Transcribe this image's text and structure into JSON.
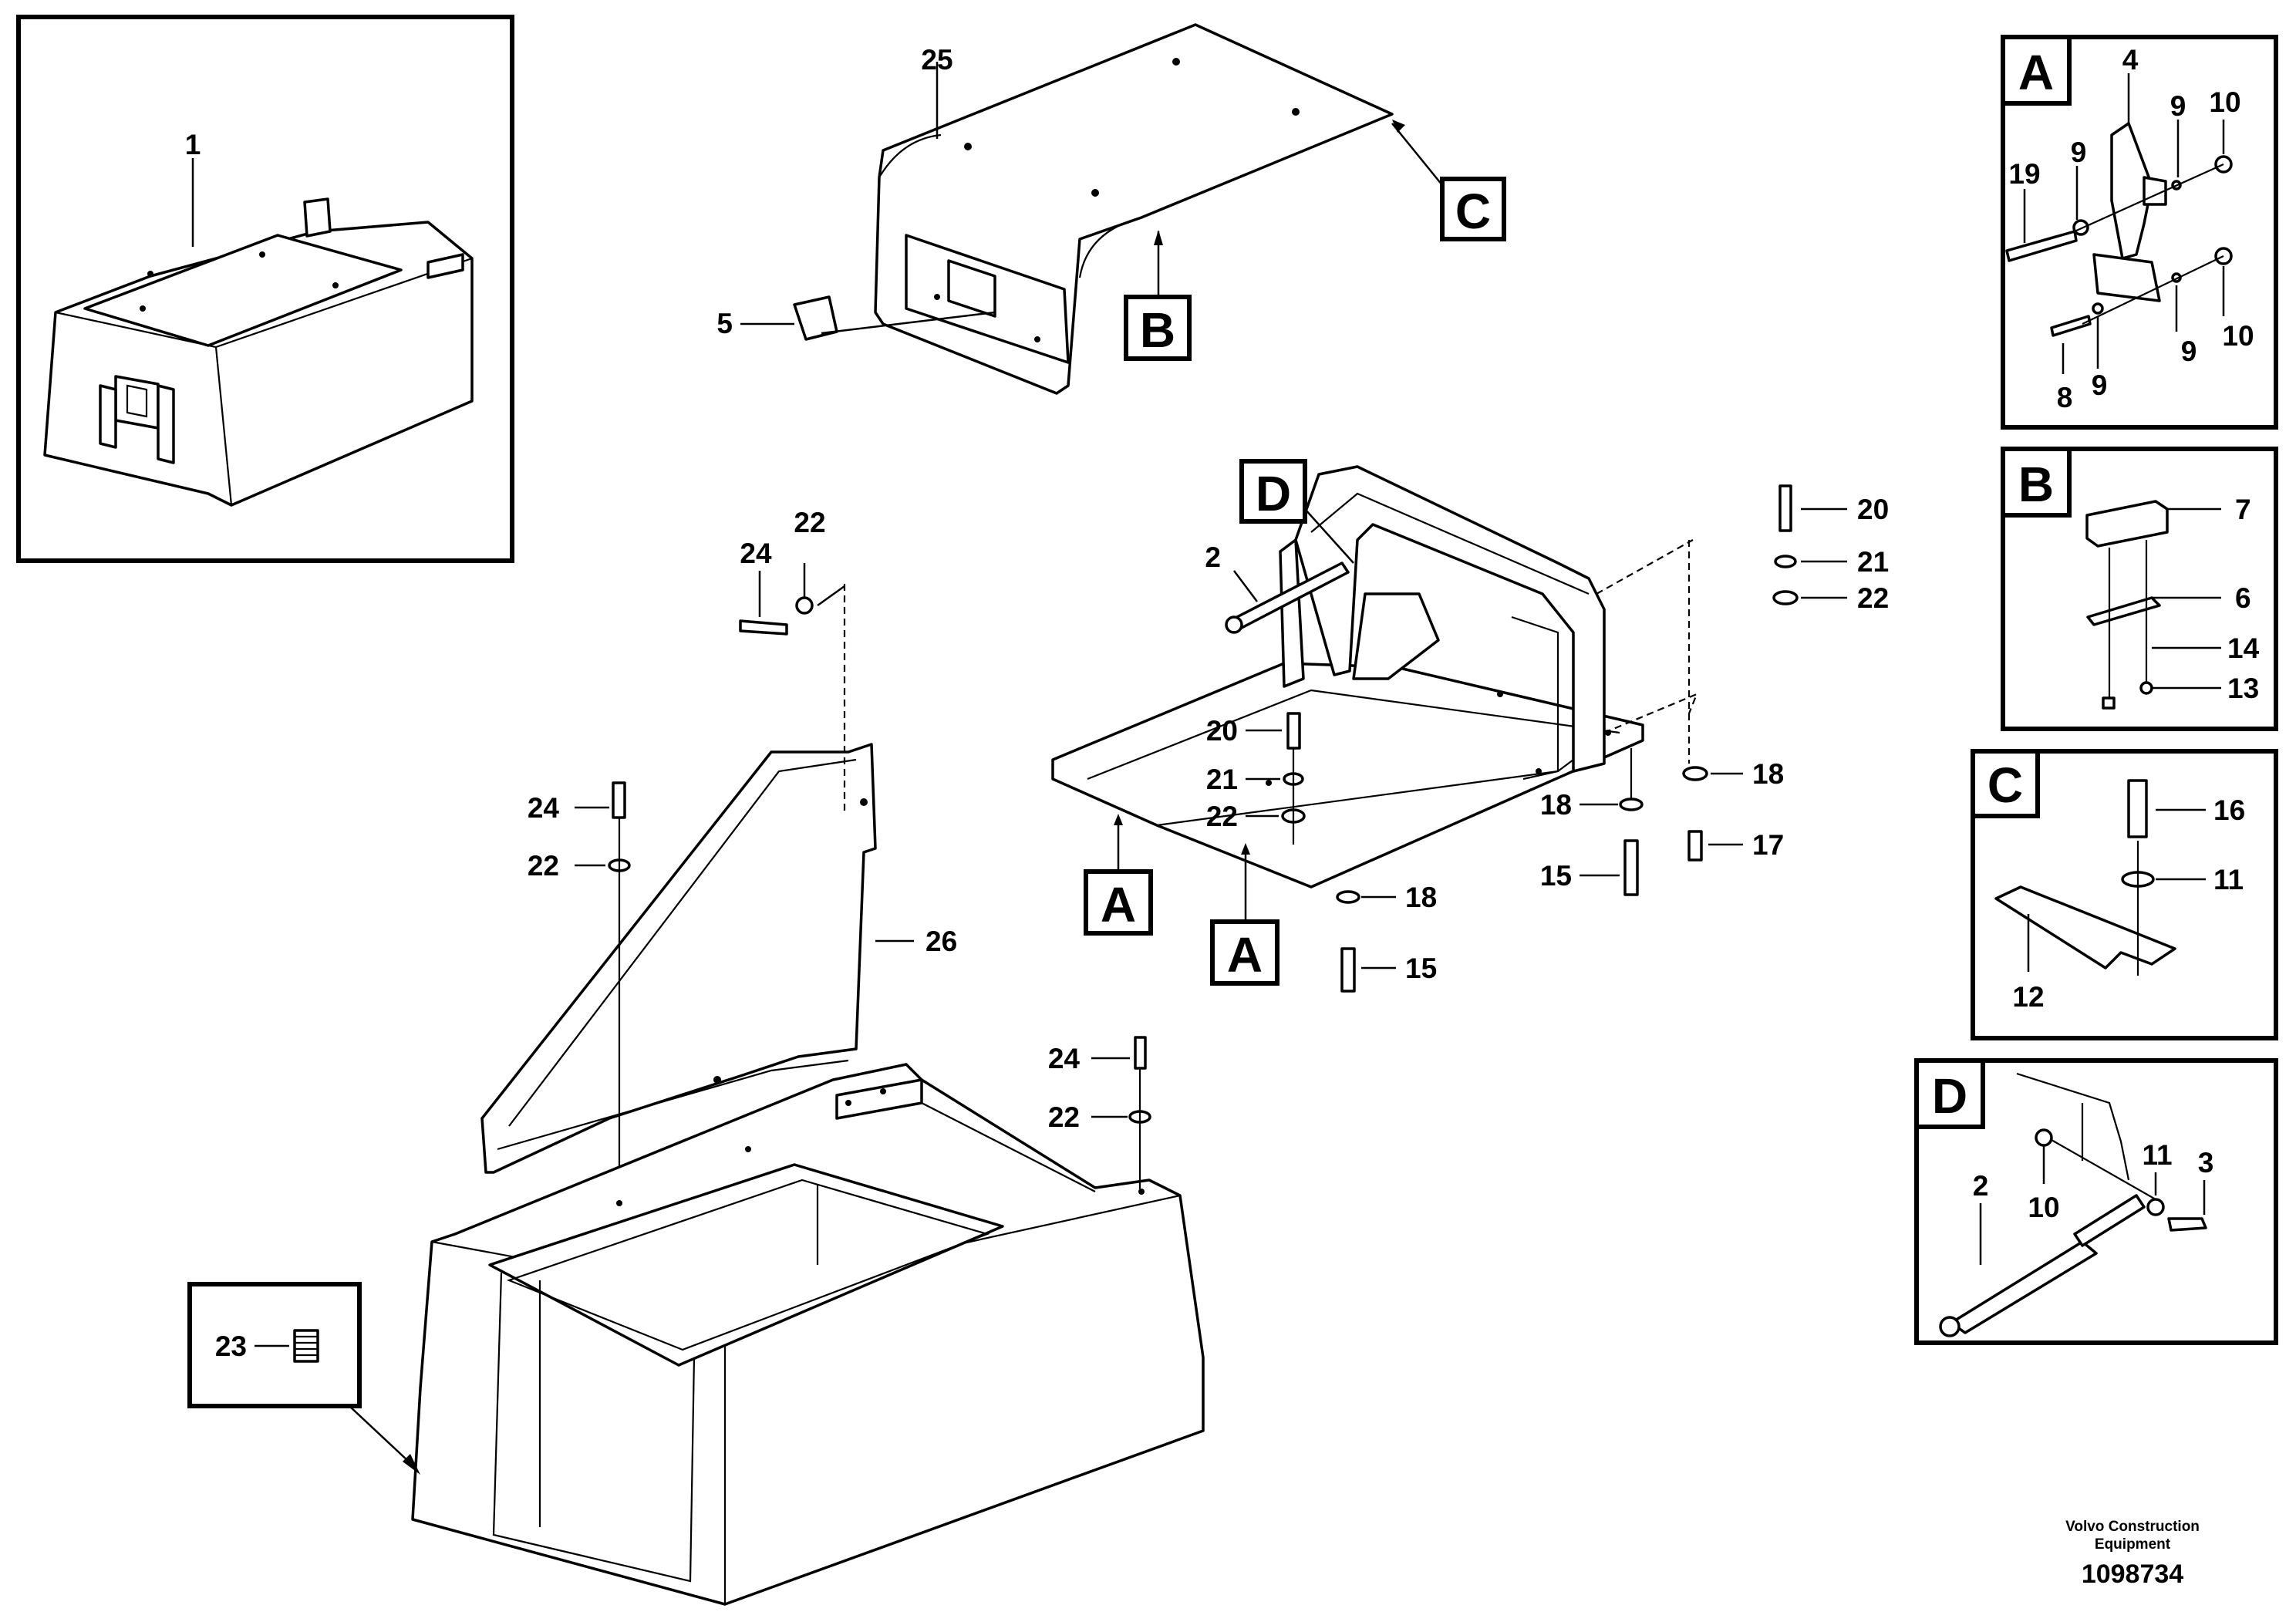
{
  "labels": {
    "p1": "1",
    "p25": "25",
    "p5": "5",
    "c_flag": "C",
    "b_flag": "B",
    "p22a": "22",
    "p24a": "24",
    "p24b": "24",
    "p22b": "22",
    "p26": "26",
    "p24c": "24",
    "p22c": "22",
    "p23": "23",
    "d_flag": "D",
    "p2": "2",
    "p20a": "20",
    "p21a": "21",
    "p22d": "22",
    "p20b": "20",
    "p21b": "21",
    "p22e": "22",
    "p18a": "18",
    "p15a": "15",
    "p18b": "18",
    "p15b": "15",
    "p18c": "18",
    "p17": "17",
    "a_flag1": "A",
    "a_flag2": "A"
  },
  "detail_a": {
    "title": "A",
    "l4": "4",
    "l9a": "9",
    "l10a": "10",
    "l19": "19",
    "l9b": "9",
    "l9c": "9",
    "l10b": "10",
    "l8": "8",
    "l9d": "9"
  },
  "detail_b": {
    "title": "B",
    "l7": "7",
    "l6": "6",
    "l14": "14",
    "l13": "13"
  },
  "detail_c": {
    "title": "C",
    "l16": "16",
    "l11": "11",
    "l12": "12"
  },
  "detail_d": {
    "title": "D",
    "l11": "11",
    "l3": "3",
    "l2": "2",
    "l10": "10"
  },
  "footer": {
    "line1": "Volvo Construction",
    "line2": "Equipment",
    "number": "1098734"
  }
}
